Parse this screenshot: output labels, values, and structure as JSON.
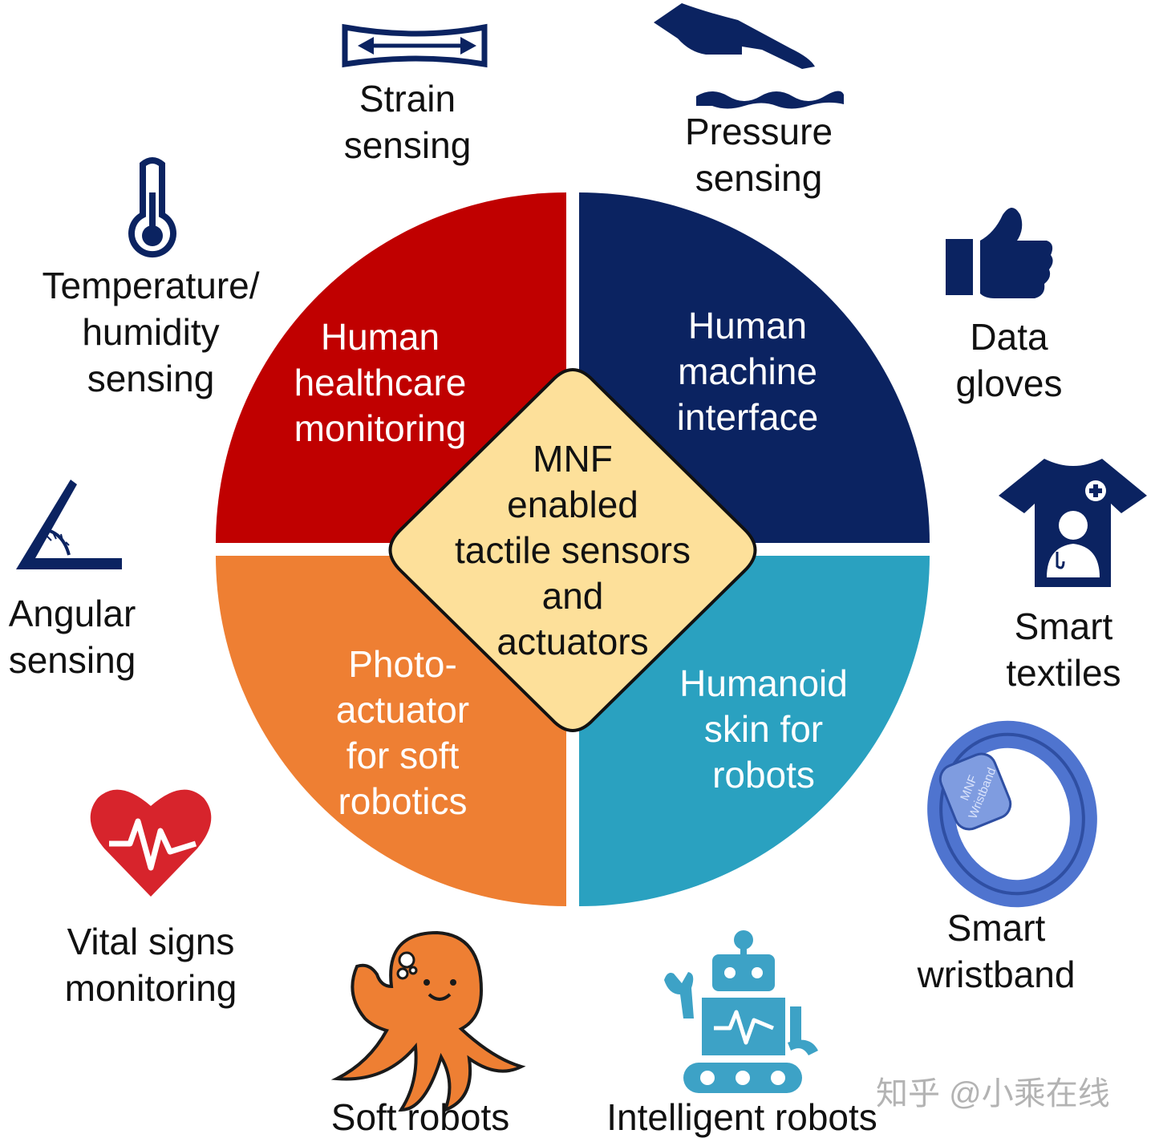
{
  "colors": {
    "navy": "#0b2361",
    "red": "#c00000",
    "teal": "#2aa1c0",
    "orange": "#ee7f33",
    "center_fill": "#fde09a",
    "heart": "#d7242c",
    "wristband": "#4f74cf",
    "robot": "#3da2c6"
  },
  "center": {
    "text": "MNF\nenabled\ntactile sensors\nand\nactuators"
  },
  "quadrants": {
    "top_left": "Human\nhealthcare\nmonitoring",
    "top_right": "Human\nmachine\ninterface",
    "bottom_left": "Photo-\nactuator\nfor soft\nrobotics",
    "bottom_right": "Humanoid\nskin for\nrobots"
  },
  "apps": {
    "strain": {
      "label": "Strain\nsensing",
      "icon": "strain-icon"
    },
    "pressure": {
      "label": "Pressure\nsensing",
      "icon": "hand-pressure-icon"
    },
    "temperature": {
      "label": "Temperature/\nhumidity\nsensing",
      "icon": "thermometer-icon"
    },
    "data_gloves": {
      "label": "Data\ngloves",
      "icon": "thumbs-up-icon"
    },
    "angular": {
      "label": "Angular\nsensing",
      "icon": "angle-icon"
    },
    "smart_textiles": {
      "label": "Smart\ntextiles",
      "icon": "tshirt-medical-icon"
    },
    "vital_signs": {
      "label": "Vital signs\nmonitoring",
      "icon": "heart-pulse-icon"
    },
    "smart_wristband": {
      "label": "Smart\nwristband",
      "icon": "wristband-icon",
      "band_text": "MNF\nWristband"
    },
    "soft_robots": {
      "label": "Soft robots",
      "icon": "octopus-icon"
    },
    "intelligent_robots": {
      "label": "Intelligent robots",
      "icon": "robot-icon"
    }
  },
  "watermark": "知乎 @小乘在线"
}
